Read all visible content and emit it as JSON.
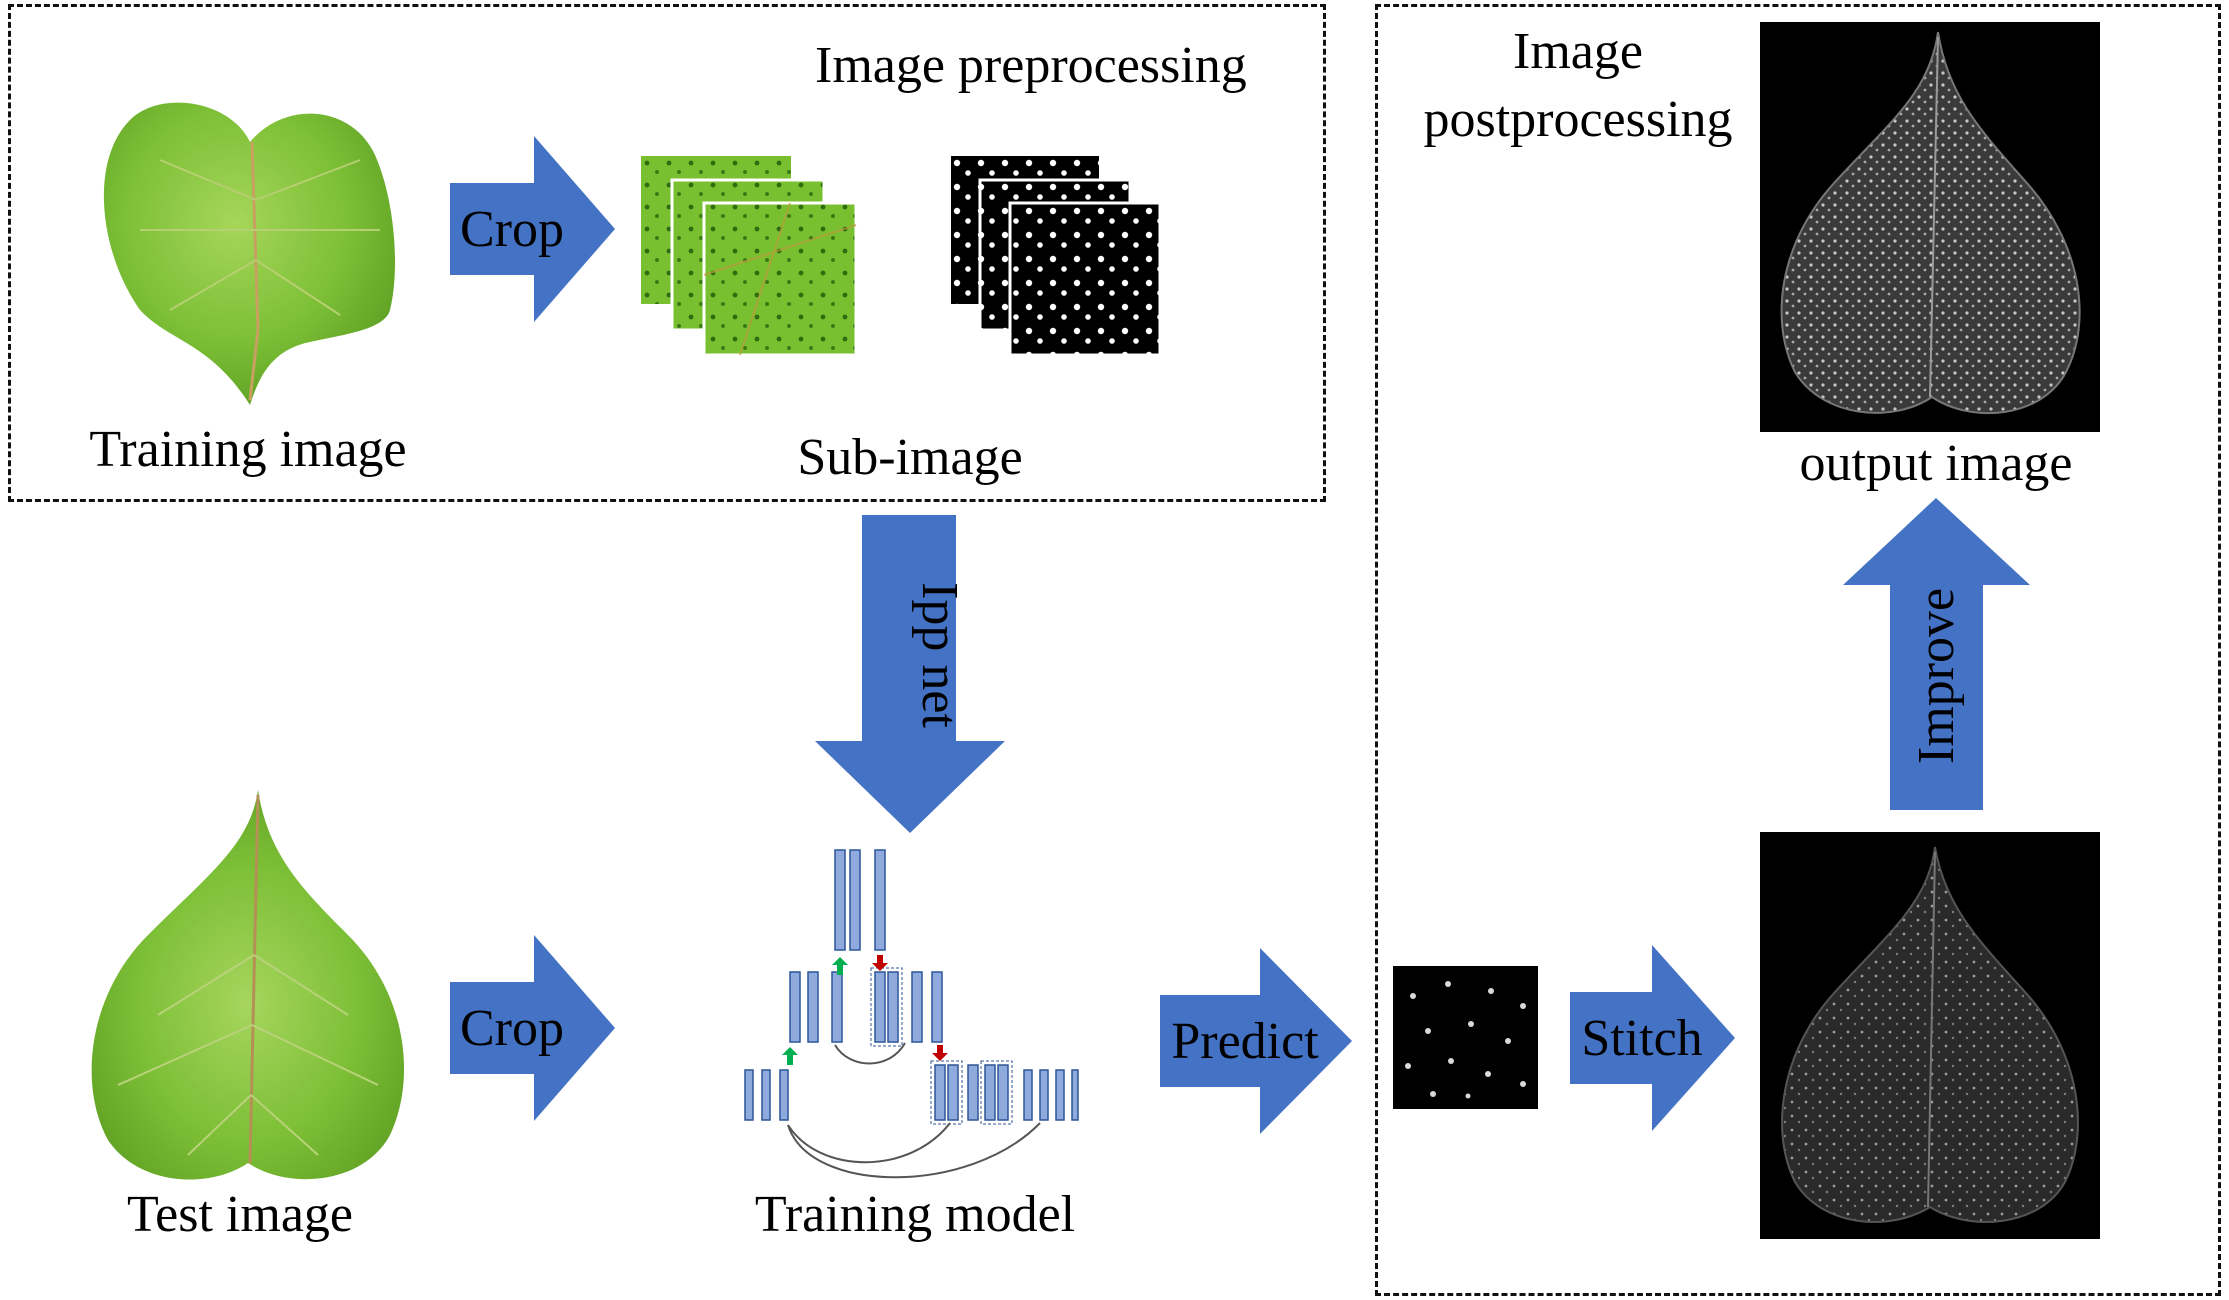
{
  "sections": {
    "preprocessing_title": "Image preprocessing",
    "postprocessing_title_line1": "Image",
    "postprocessing_title_line2": "postprocessing"
  },
  "labels": {
    "training_image": "Training image",
    "sub_image": "Sub-image",
    "test_image": "Test image",
    "training_model": "Training model",
    "output_image": "output image"
  },
  "arrows": {
    "crop_top": "Crop",
    "crop_bottom": "Crop",
    "ipp_net": "Ipp net",
    "predict": "Predict",
    "stitch": "Stitch",
    "improve": "Improve"
  },
  "colors": {
    "arrow_blue": "#4472C4",
    "leaf_green": "#7DC13A",
    "panel_black": "#000000",
    "network_block": "#8FAADC"
  }
}
